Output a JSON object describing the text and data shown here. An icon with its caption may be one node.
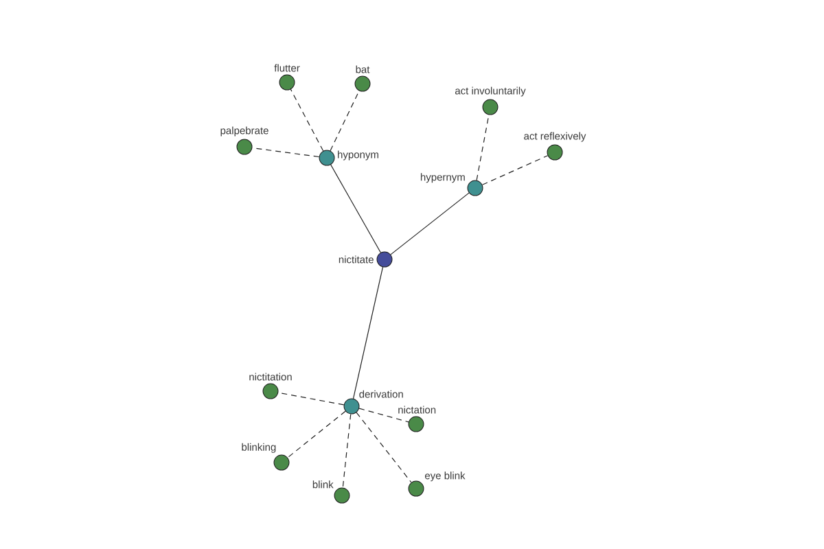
{
  "diagram": {
    "nodes": [
      {
        "text": [
          "flutter"
        ]
      },
      {
        "text": [
          "bat"
        ]
      },
      {
        "text": [
          "act involuntarily"
        ]
      },
      {
        "text": [
          "palpebrate"
        ]
      },
      {
        "text": [
          "act reflexively"
        ]
      },
      {
        "text": [
          "hyponym"
        ]
      },
      {
        "text": [
          "hypernym"
        ]
      },
      {
        "text": [
          "nictitate"
        ]
      },
      {
        "text": [
          "nictitation"
        ]
      },
      {
        "text": [
          "derivation"
        ]
      },
      {
        "text": [
          "nictation"
        ]
      },
      {
        "text": [
          "blinking"
        ]
      },
      {
        "text": [
          "eye blink"
        ]
      },
      {
        "text": [
          "blink"
        ]
      }
    ],
    "edges": [
      {
        "from": 7,
        "to": 5,
        "arrow": "none"
      },
      {
        "from": 7,
        "to": 6,
        "arrow": "none"
      },
      {
        "from": 7,
        "to": 9,
        "arrow": "none"
      },
      {
        "from": 5,
        "to": 0,
        "arrow": "none",
        "style": "dashed"
      },
      {
        "from": 5,
        "to": 1,
        "arrow": "none",
        "style": "dashed"
      },
      {
        "from": 5,
        "to": 3,
        "arrow": "none",
        "style": "dashed"
      },
      {
        "from": 6,
        "to": 2,
        "arrow": "none",
        "style": "dashed"
      },
      {
        "from": 6,
        "to": 4,
        "arrow": "none",
        "style": "dashed"
      },
      {
        "from": 9,
        "to": 8,
        "arrow": "none",
        "style": "dashed"
      },
      {
        "from": 9,
        "to": 10,
        "arrow": "none",
        "style": "dashed"
      },
      {
        "from": 9,
        "to": 11,
        "arrow": "none",
        "style": "dashed"
      },
      {
        "from": 9,
        "to": 13,
        "arrow": "none",
        "style": "dashed"
      },
      {
        "from": 9,
        "to": 12,
        "arrow": "none",
        "style": "dashed"
      }
    ]
  }
}
